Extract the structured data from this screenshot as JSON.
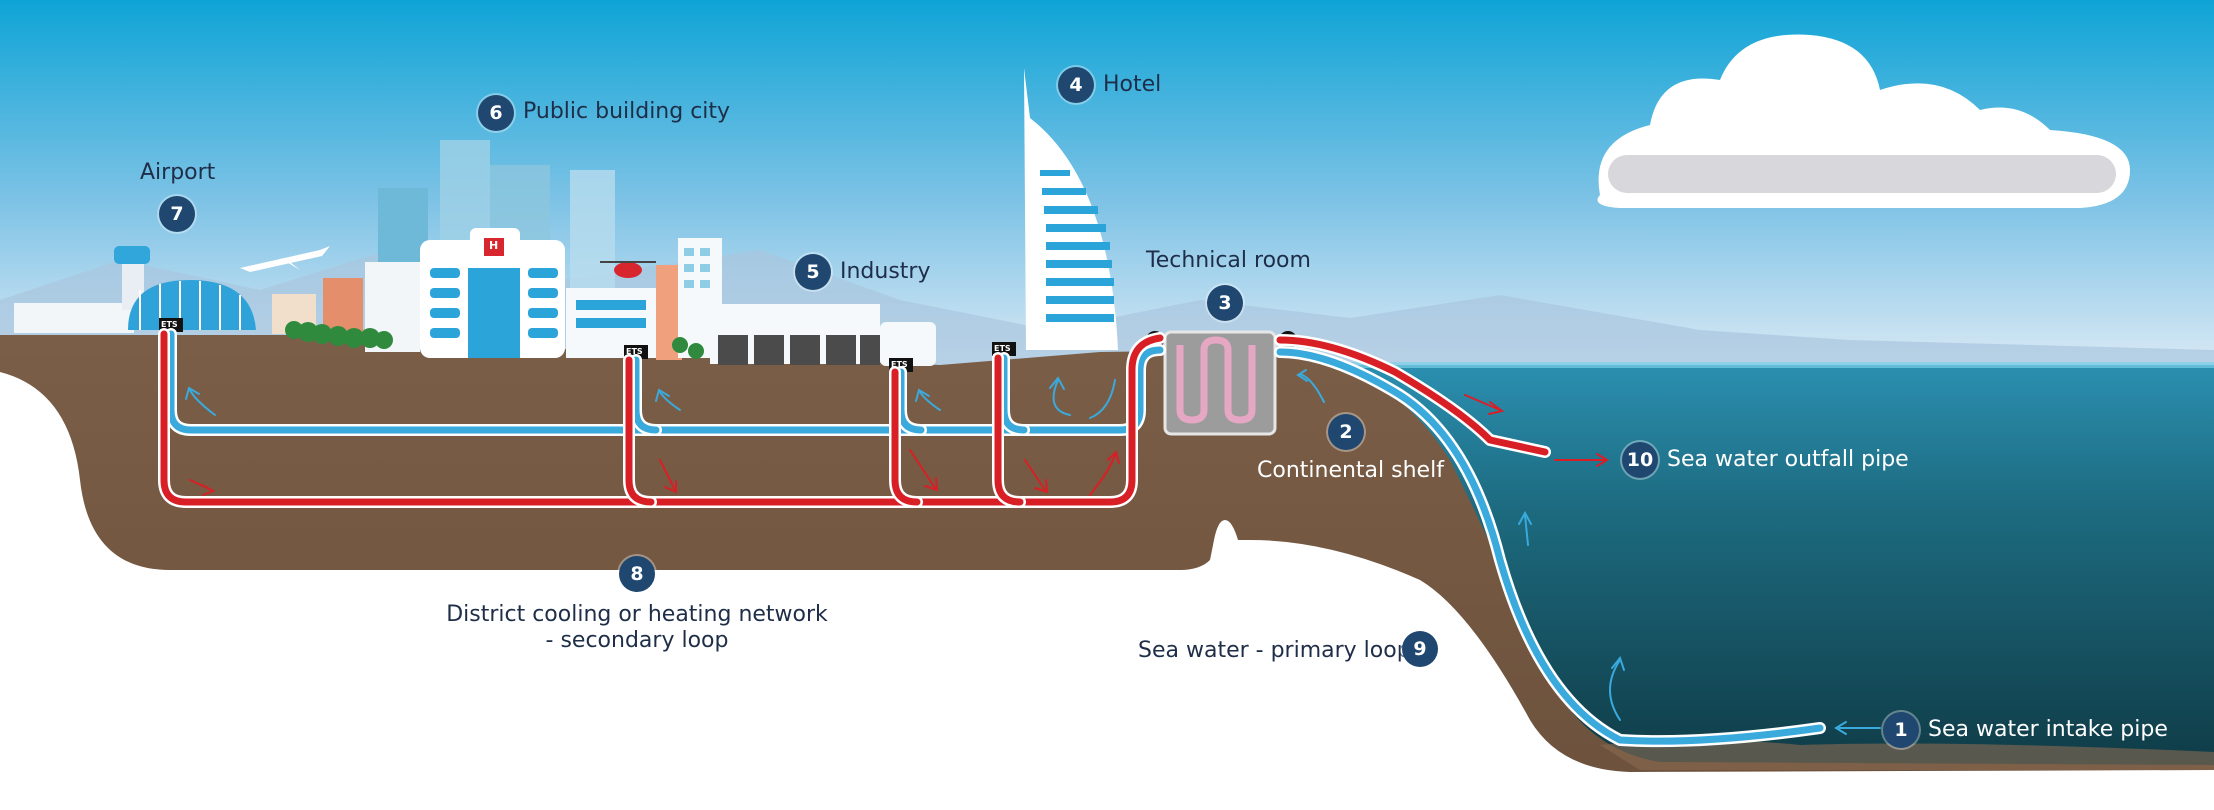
{
  "labels": {
    "airport": {
      "number": "7",
      "text": "Airport"
    },
    "public_building": {
      "number": "6",
      "text": "Public building city"
    },
    "hotel": {
      "number": "4",
      "text": "Hotel"
    },
    "industry": {
      "number": "5",
      "text": "Industry"
    },
    "technical_room": {
      "number": "3",
      "text": "Technical room"
    },
    "continental_shelf": {
      "number": "2",
      "text": "Continental shelf"
    },
    "outfall": {
      "number": "10",
      "text": "Sea water outfall pipe"
    },
    "network": {
      "number": "8",
      "line1": "District cooling or heating network",
      "line2": "- secondary loop"
    },
    "primary_loop": {
      "number": "9",
      "text": "Sea water - primary loop"
    },
    "intake": {
      "number": "1",
      "text": "Sea water intake pipe"
    }
  },
  "ets_tags": [
    "ETS",
    "ETS",
    "ETS",
    "ETS"
  ],
  "hospital_sign": "H",
  "colors": {
    "cold_pipe": "#3aa9dc",
    "hot_pipe": "#d91f26",
    "ground": "#7a5d45",
    "sea": "#1b5e6f",
    "badge": "#1f4770",
    "sky_top": "#1ea7d5"
  }
}
